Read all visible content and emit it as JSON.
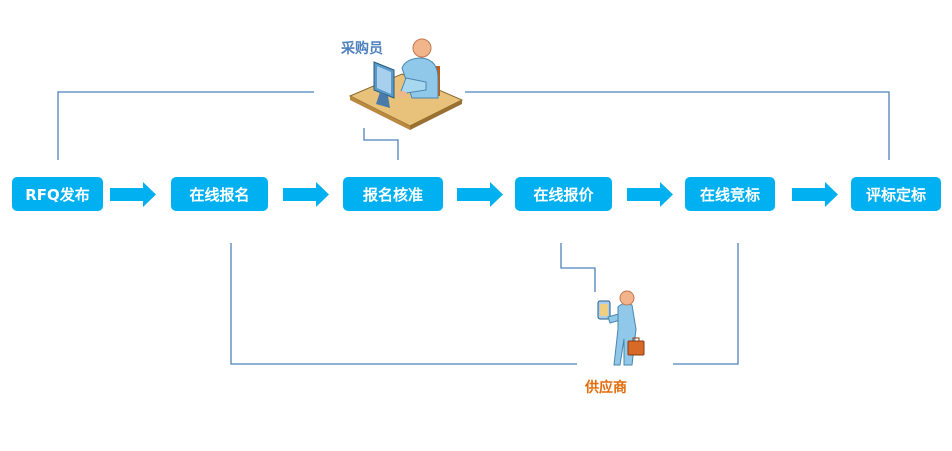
{
  "diagram": {
    "steps": [
      {
        "label": "RFQ发布"
      },
      {
        "label": "在线报名"
      },
      {
        "label": "报名核准"
      },
      {
        "label": "在线报价"
      },
      {
        "label": "在线竞标"
      },
      {
        "label": "评标定标"
      }
    ],
    "roles": {
      "buyer": {
        "label": "采购员",
        "color": "#4f81bd"
      },
      "supplier": {
        "label": "供应商",
        "color": "#e46c0a"
      }
    },
    "colors": {
      "step_fill": "#00b0f0",
      "connector": "#4f81bd"
    }
  }
}
